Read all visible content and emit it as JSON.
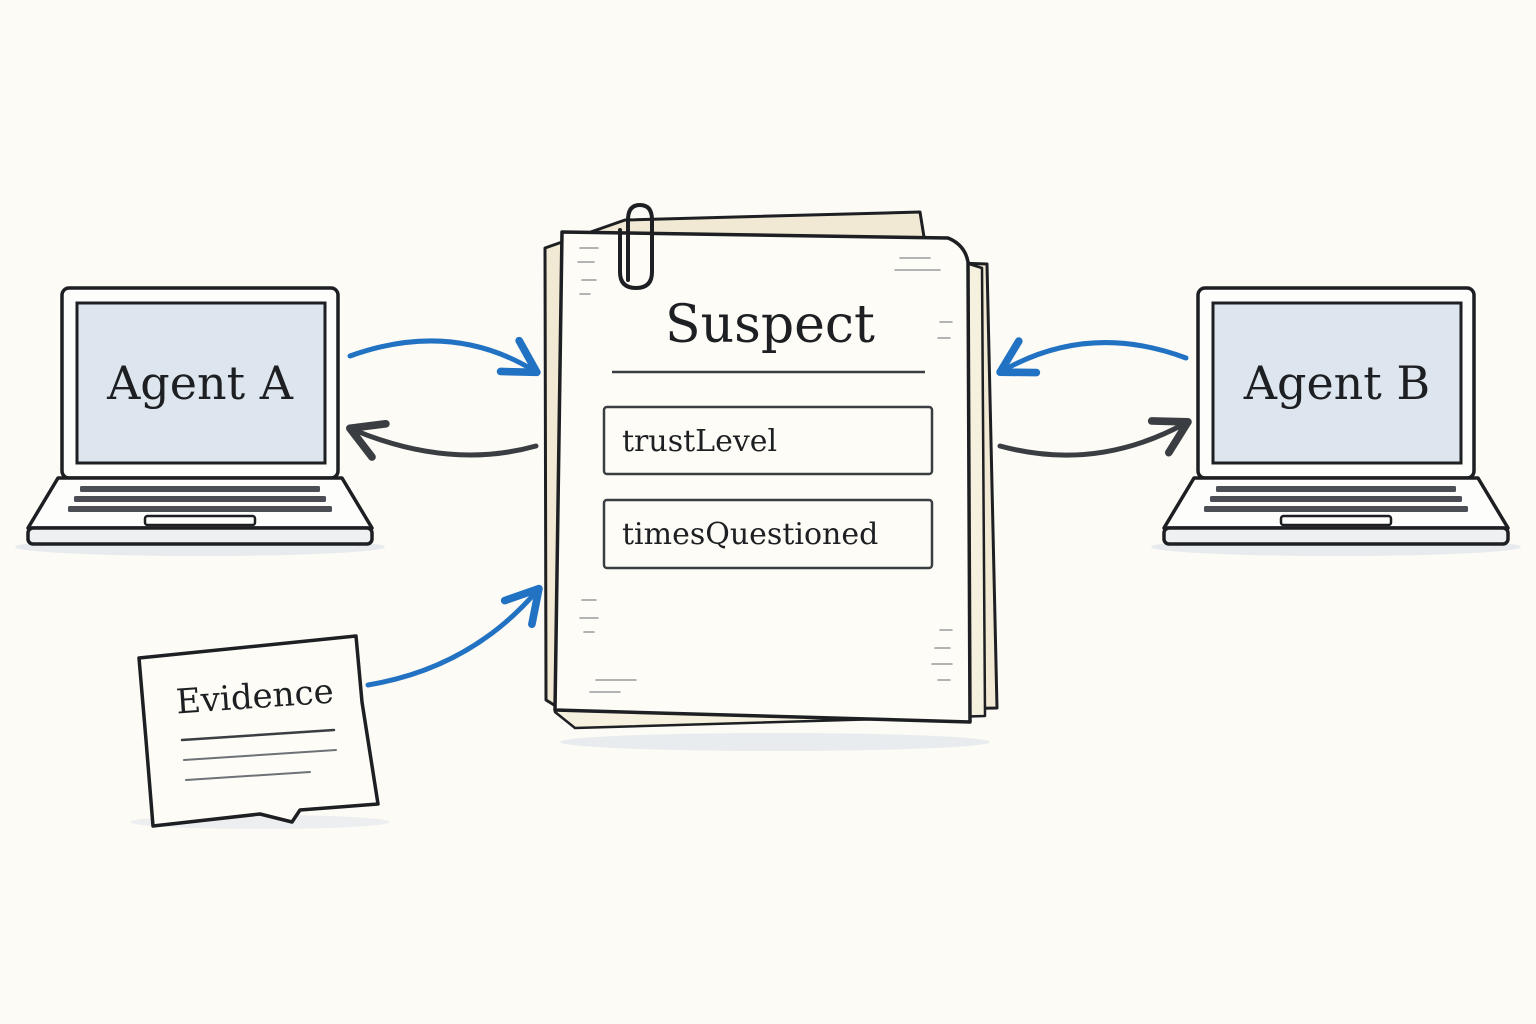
{
  "diagram": {
    "agent_a": {
      "label": "Agent A"
    },
    "agent_b": {
      "label": "Agent B"
    },
    "suspect": {
      "title": "Suspect",
      "fields": [
        "trustLevel",
        "timesQuestioned"
      ]
    },
    "evidence": {
      "label": "Evidence"
    }
  },
  "colors": {
    "background": "#fcfbf5",
    "ink": "#1d1f22",
    "screen": "#dde6ee",
    "paper": "#fdfcf6",
    "paper_back": "#f1e9d4",
    "blue_arrow": "#2272c3",
    "dark_arrow": "#3a3d41"
  },
  "icons": {
    "laptop_a": "laptop-icon",
    "laptop_b": "laptop-icon",
    "clip": "paperclip-icon",
    "document": "document-icon",
    "note": "note-icon"
  }
}
